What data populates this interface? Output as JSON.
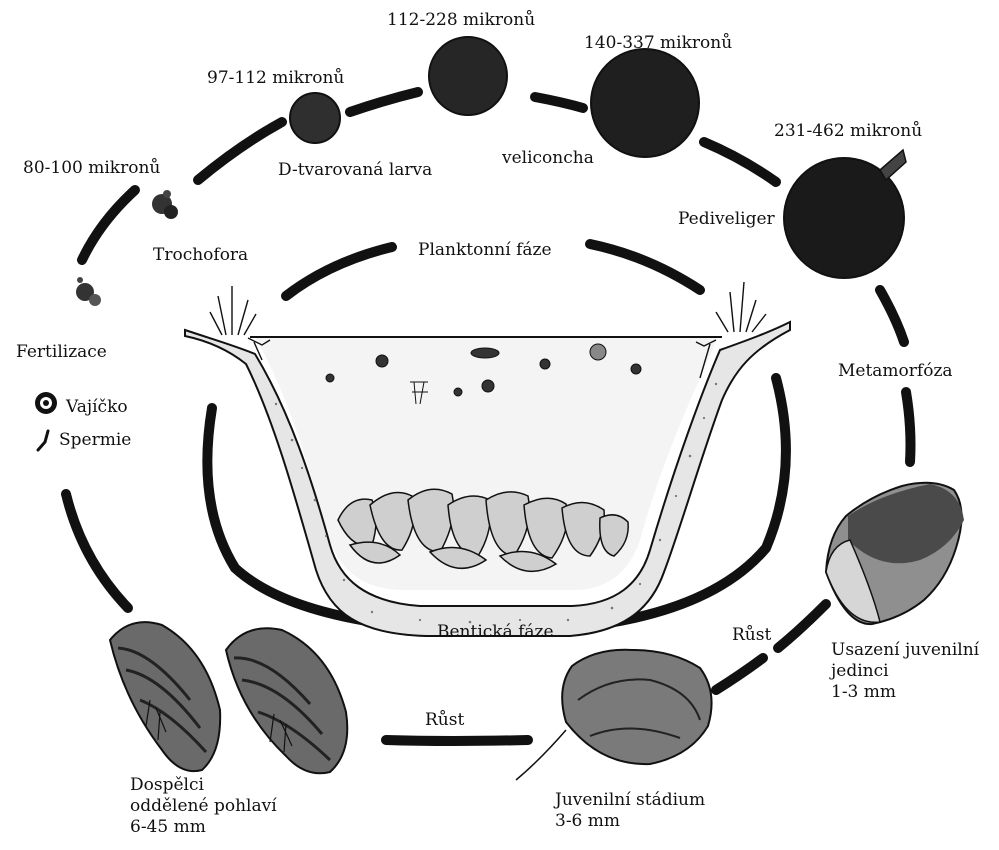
{
  "colors": {
    "ink": "#111111",
    "water": "#f4f4f4",
    "sediment": "#e6e6e6",
    "shell": "#555555"
  },
  "stages": {
    "trochofora": {
      "size": "80-100 mikronů",
      "name": "Trochofora"
    },
    "d_larva": {
      "size": "97-112 mikronů",
      "name": "D-tvarovaná larva"
    },
    "veliconcha_early": {
      "size": "112-228 mikronů"
    },
    "veliconcha": {
      "size": "140-337 mikronů",
      "name": "veliconcha"
    },
    "pediveliger": {
      "size": "231-462 mikronů",
      "name": "Pediveliger"
    },
    "settled": {
      "name": "Usazení juvenilní\njedinci\n1-3 mm"
    },
    "juvenile": {
      "name": "Juvenilní stádium\n3-6 mm"
    },
    "adults": {
      "name": "Dospělci\noddělené pohlaví\n6-45 mm"
    }
  },
  "process": {
    "fertilization": "Fertilizace",
    "egg": "Vajíčko",
    "sperm": "Spermie",
    "metamorphosis": "Metamorfóza",
    "growth_1": "Růst",
    "growth_2": "Růst"
  },
  "phases": {
    "planktonic": "Planktonní fáze",
    "benthic": "Bentická fáze"
  }
}
